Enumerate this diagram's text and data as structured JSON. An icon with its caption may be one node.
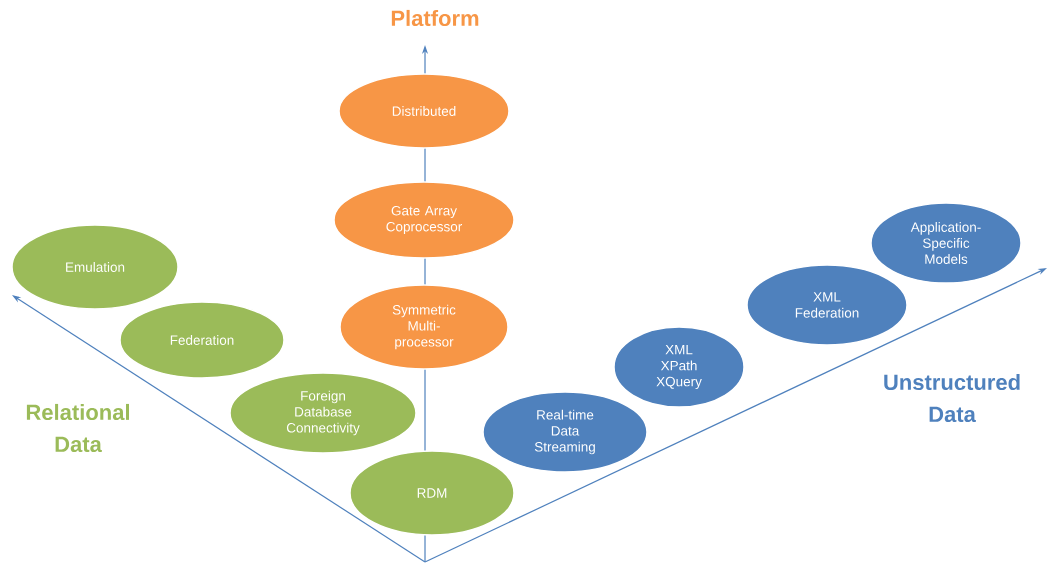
{
  "diagram": {
    "nodes": [
      {
        "text": [
          "Distributed"
        ]
      },
      {
        "text": [
          "Gate Array Coprocessor"
        ]
      },
      {
        "text": [
          "Symmetric Multi-processor"
        ]
      },
      {
        "text": [
          "RDM"
        ]
      },
      {
        "text": [
          "Emulation"
        ]
      },
      {
        "text": [
          "Federation"
        ]
      },
      {
        "text": [
          "Foreign Database Connectivity"
        ]
      },
      {
        "text": [
          "Real-time Data Streaming"
        ]
      },
      {
        "text": [
          "XML XPath XQuery"
        ]
      },
      {
        "text": [
          "XML Federation"
        ]
      },
      {
        "text": [
          "Application-Specific Models"
        ]
      }
    ],
    "labels": [
      "Platform",
      "Relational Data",
      "Unstructured Data"
    ]
  }
}
